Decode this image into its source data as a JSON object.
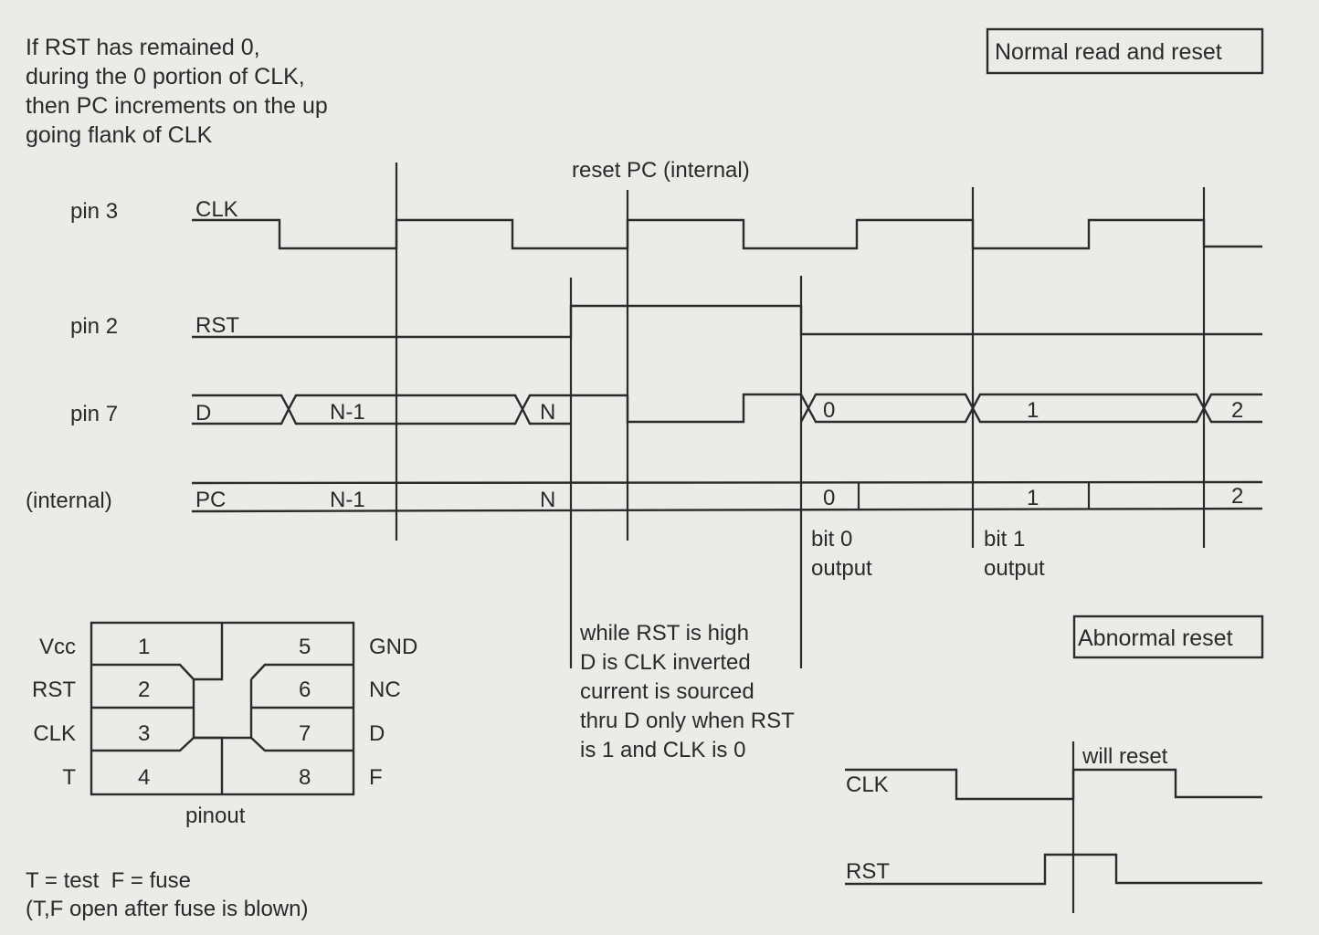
{
  "note_top_left": [
    "If RST has remained 0,",
    "during the 0 portion of CLK,",
    "then PC increments on the up",
    "going flank of CLK"
  ],
  "title_normal": "Normal read and reset",
  "annotation_reset_pc": "reset PC (internal)",
  "signals": [
    {
      "pin_label": "pin 3",
      "name": "CLK"
    },
    {
      "pin_label": "pin 2",
      "name": "RST"
    },
    {
      "pin_label": "pin 7",
      "name": "D"
    },
    {
      "pin_label": "(internal)",
      "name": "PC"
    }
  ],
  "d_bus_values": [
    "N-1",
    "N",
    "0",
    "1",
    "2"
  ],
  "pc_bus_values": [
    "N-1",
    "N",
    "0",
    "1",
    "2"
  ],
  "bit_labels": [
    {
      "line1": "bit 0",
      "line2": "output"
    },
    {
      "line1": "bit 1",
      "line2": "output"
    }
  ],
  "note_rst_high": [
    "while RST is high",
    "D is CLK inverted",
    "current is sourced",
    "thru D only when RST",
    "is 1 and CLK is 0"
  ],
  "pinout": {
    "caption": "pinout",
    "left_pins": [
      {
        "num": "1",
        "name": "Vcc"
      },
      {
        "num": "2",
        "name": "RST"
      },
      {
        "num": "3",
        "name": "CLK"
      },
      {
        "num": "4",
        "name": "T"
      }
    ],
    "right_pins": [
      {
        "num": "5",
        "name": "GND"
      },
      {
        "num": "6",
        "name": "NC"
      },
      {
        "num": "7",
        "name": "D"
      },
      {
        "num": "8",
        "name": "F"
      }
    ]
  },
  "legend": [
    "T = test  F = fuse",
    "(T,F open after fuse is blown)"
  ],
  "abnormal": {
    "title": "Abnormal reset",
    "clk_label": "CLK",
    "rst_label": "RST",
    "annotation": "will reset"
  }
}
